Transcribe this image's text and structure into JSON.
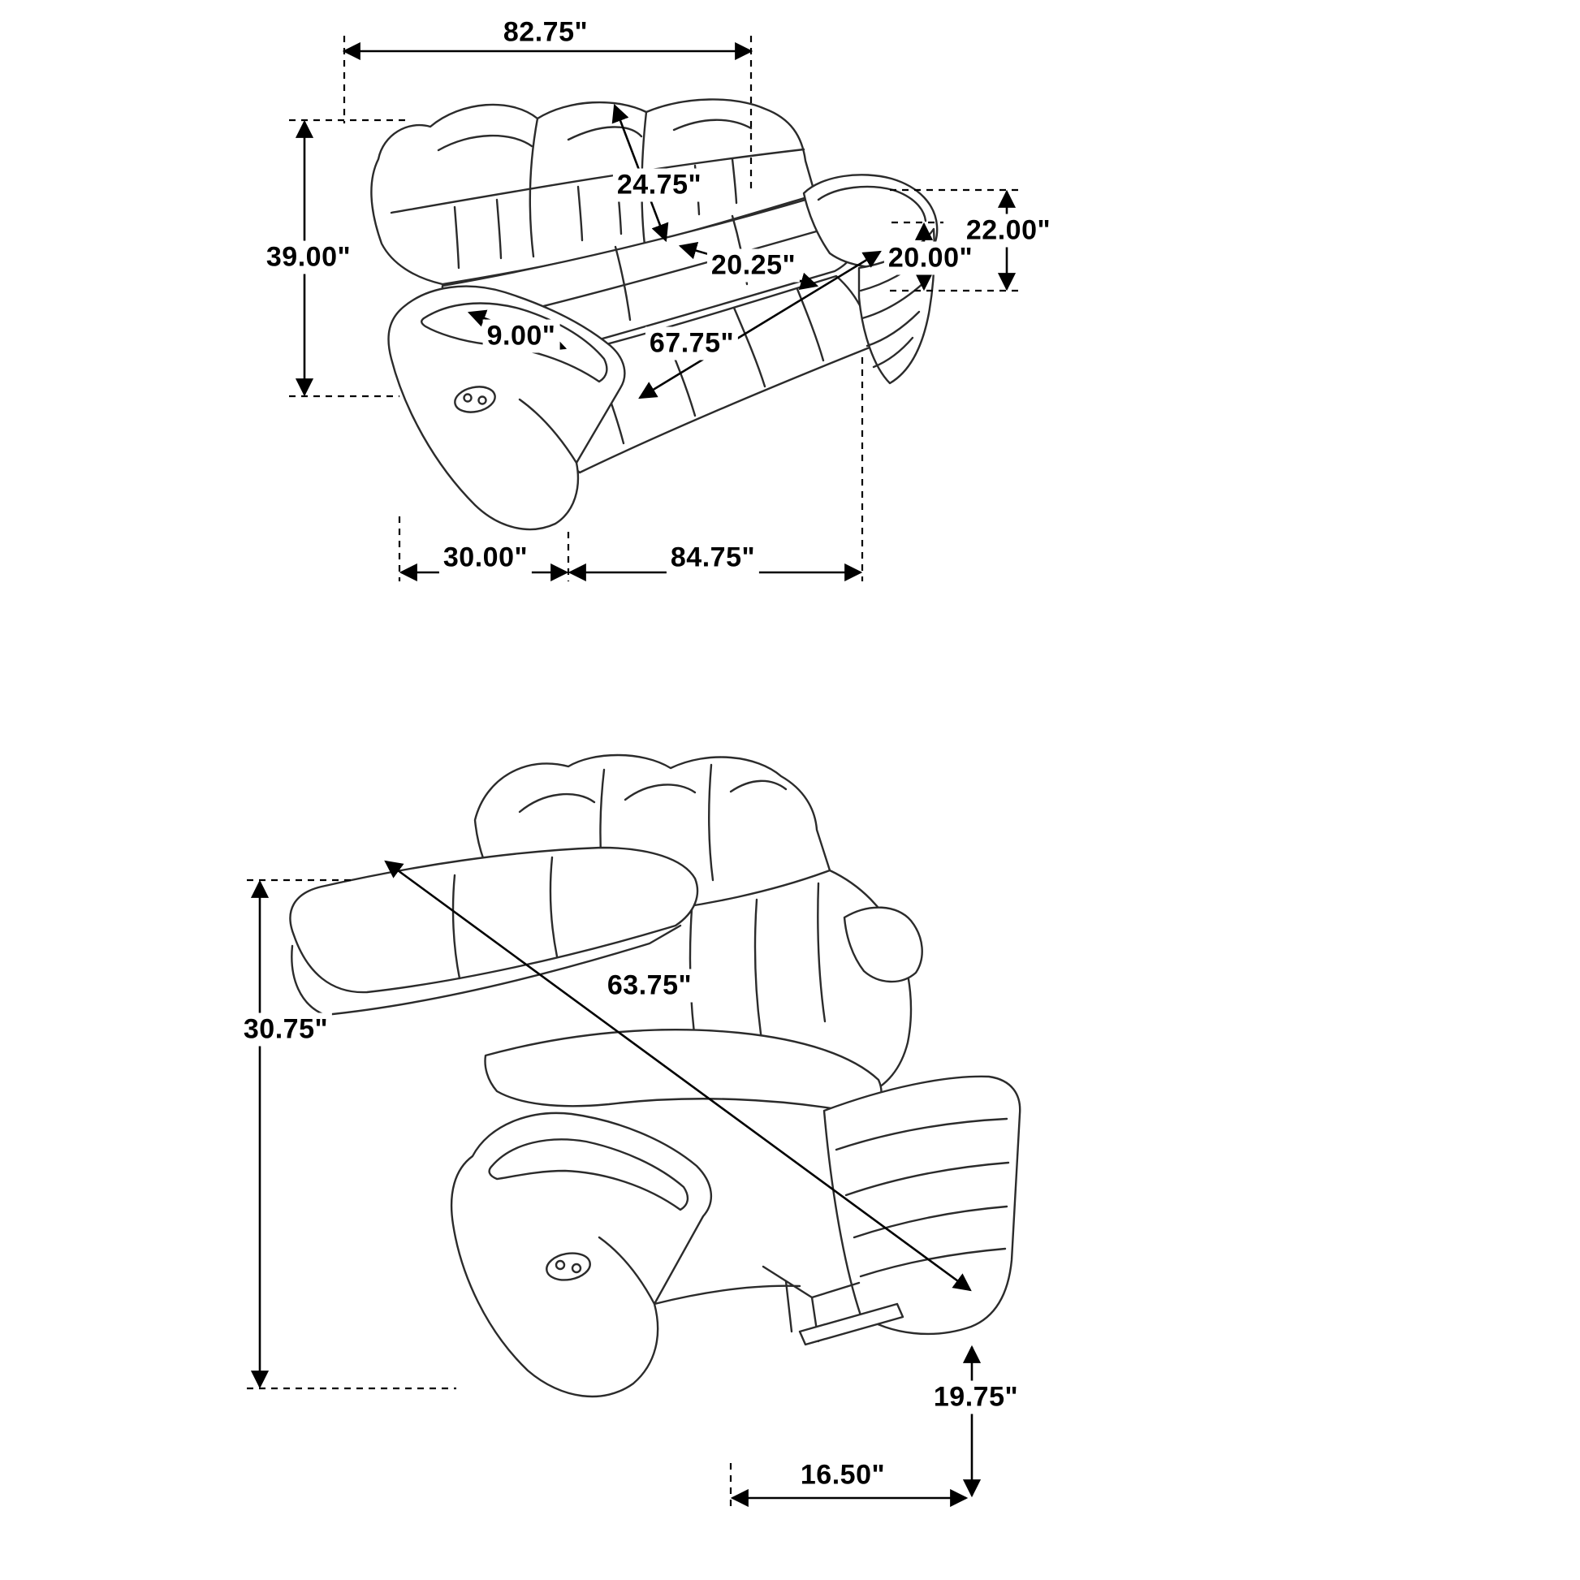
{
  "upright": {
    "overall_width": "82.75\"",
    "back_cushion_height": "24.75\"",
    "overall_height": "39.00\"",
    "arm_height": "22.00\"",
    "seat_height": "20.00\"",
    "seat_depth": "20.25\"",
    "arm_width": "9.00\"",
    "seat_width": "67.75\"",
    "base_depth": "30.00\"",
    "diagonal_width": "84.75\""
  },
  "reclined": {
    "reclined_back_height": "30.75\"",
    "reclined_depth": "63.75\"",
    "footrest_height": "19.75\"",
    "footrest_extension": "16.50\""
  }
}
